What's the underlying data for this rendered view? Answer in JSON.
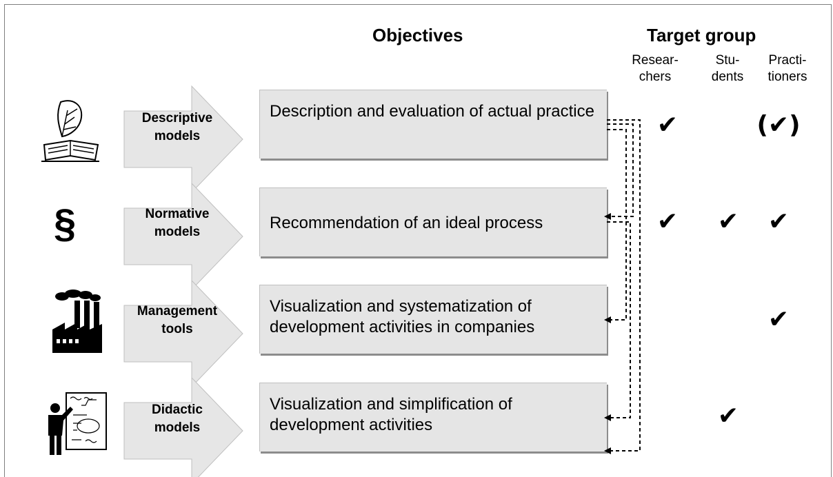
{
  "headings": {
    "objectives": "Objectives",
    "target_group": "Target group"
  },
  "target_columns": [
    {
      "line1": "Resear-",
      "line2": "chers"
    },
    {
      "line1": "Stu-",
      "line2": "dents"
    },
    {
      "line1": "Practi-",
      "line2": "tioners"
    }
  ],
  "rows": [
    {
      "icon": "book-quill-icon",
      "label_line1": "Descriptive",
      "label_line2": "models",
      "objective": "Description and evaluation of actual practice",
      "checks": [
        "✔",
        "",
        "(✔)"
      ]
    },
    {
      "icon": "paragraph-section-icon",
      "icon_glyph": "§",
      "label_line1": "Normative",
      "label_line2": "models",
      "objective": "Recommendation of an ideal process",
      "checks": [
        "✔",
        "✔",
        "✔"
      ]
    },
    {
      "icon": "factory-icon",
      "label_line1": "Management",
      "label_line2": "tools",
      "objective": "Visualization and systematization of development activities in companies",
      "checks": [
        "",
        "",
        "✔"
      ]
    },
    {
      "icon": "presenter-whiteboard-icon",
      "label_line1": "Didactic",
      "label_line2": "models",
      "objective": "Visualization and simplification of development activities",
      "checks": [
        "",
        "✔",
        ""
      ]
    }
  ],
  "colors": {
    "box_fill": "#e5e5e5",
    "arrow_fill": "#e6e6e6",
    "frame": "#7f7f7f"
  }
}
